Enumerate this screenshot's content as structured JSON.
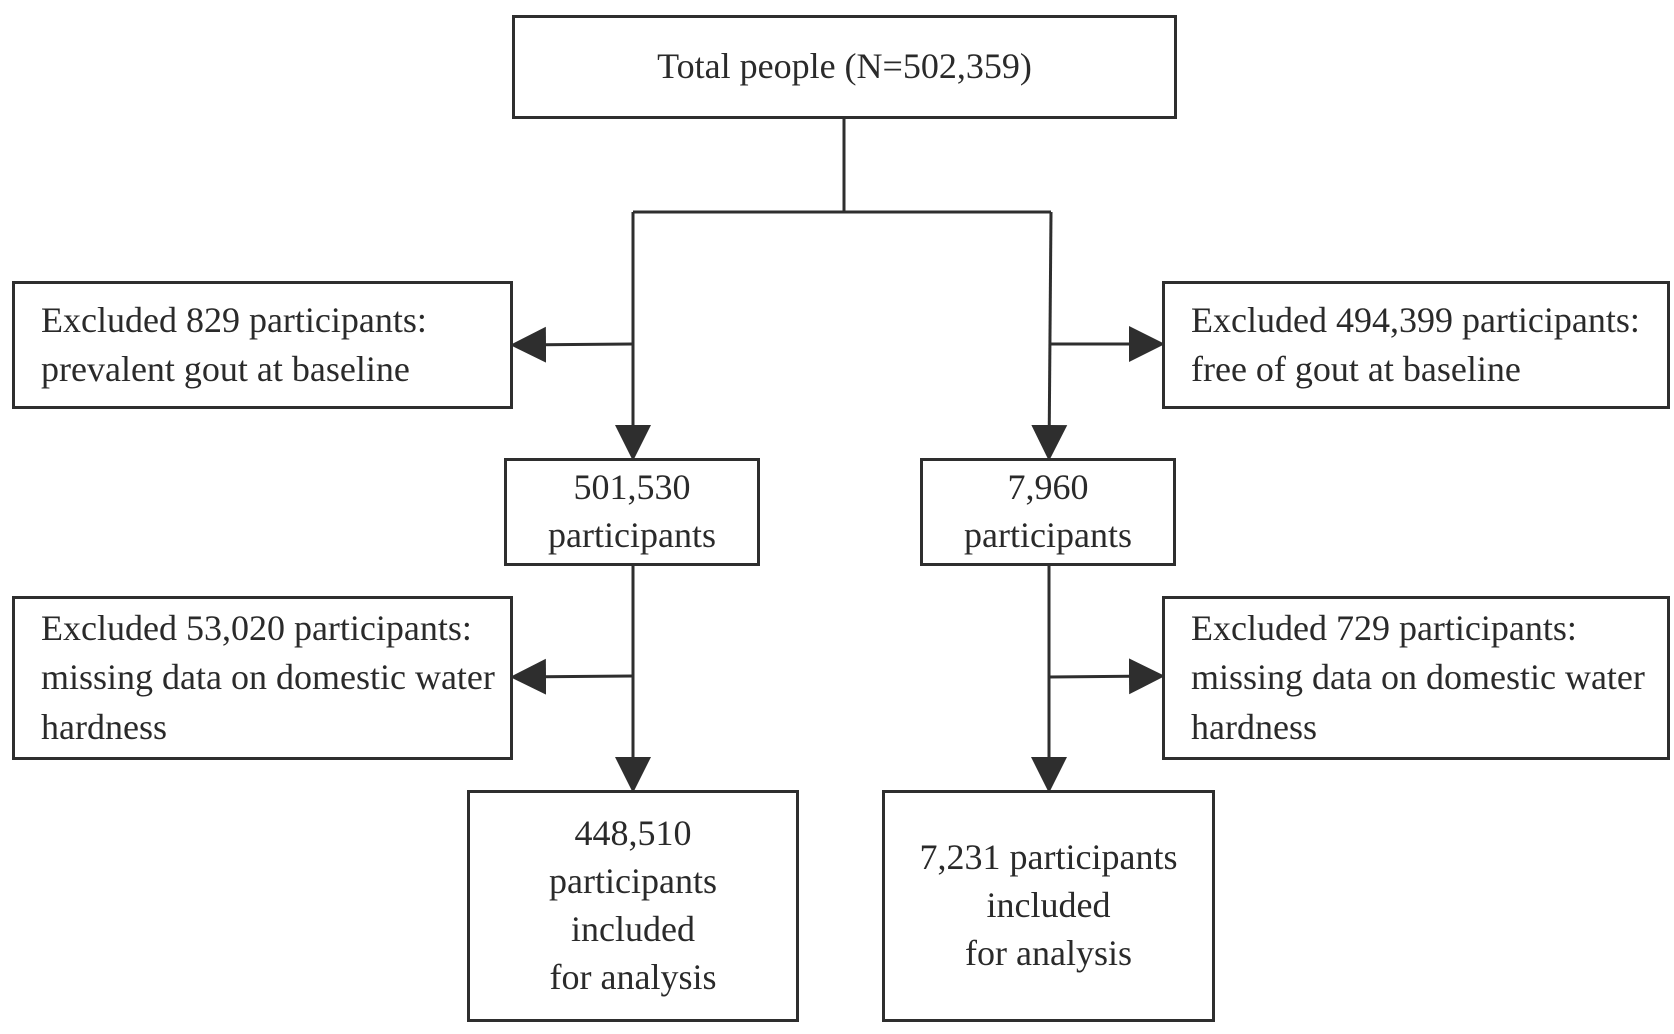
{
  "flowchart": {
    "total": {
      "lines": [
        "Total people (N=502,359)"
      ]
    },
    "exclusion_left_1": {
      "lines": [
        "Excluded 829 participants:",
        "prevalent gout at baseline"
      ]
    },
    "exclusion_right_1": {
      "lines": [
        "Excluded 494,399 participants:",
        "free of gout at baseline"
      ]
    },
    "cohort_left": {
      "lines": [
        "501,530",
        "participants"
      ]
    },
    "cohort_right": {
      "lines": [
        "7,960",
        "participants"
      ]
    },
    "exclusion_left_2": {
      "lines": [
        "Excluded 53,020 participants:",
        "missing data on domestic water",
        "hardness"
      ]
    },
    "exclusion_right_2": {
      "lines": [
        "Excluded 729 participants:",
        "missing data on domestic water",
        "hardness"
      ]
    },
    "final_left": {
      "lines": [
        "448,510",
        "participants",
        "included",
        "for analysis"
      ]
    },
    "final_right": {
      "lines": [
        "7,231 participants",
        "included",
        "for analysis"
      ]
    }
  },
  "colors": {
    "line": "#2e2e2e",
    "text": "#2a2a2a",
    "background": "#ffffff"
  }
}
